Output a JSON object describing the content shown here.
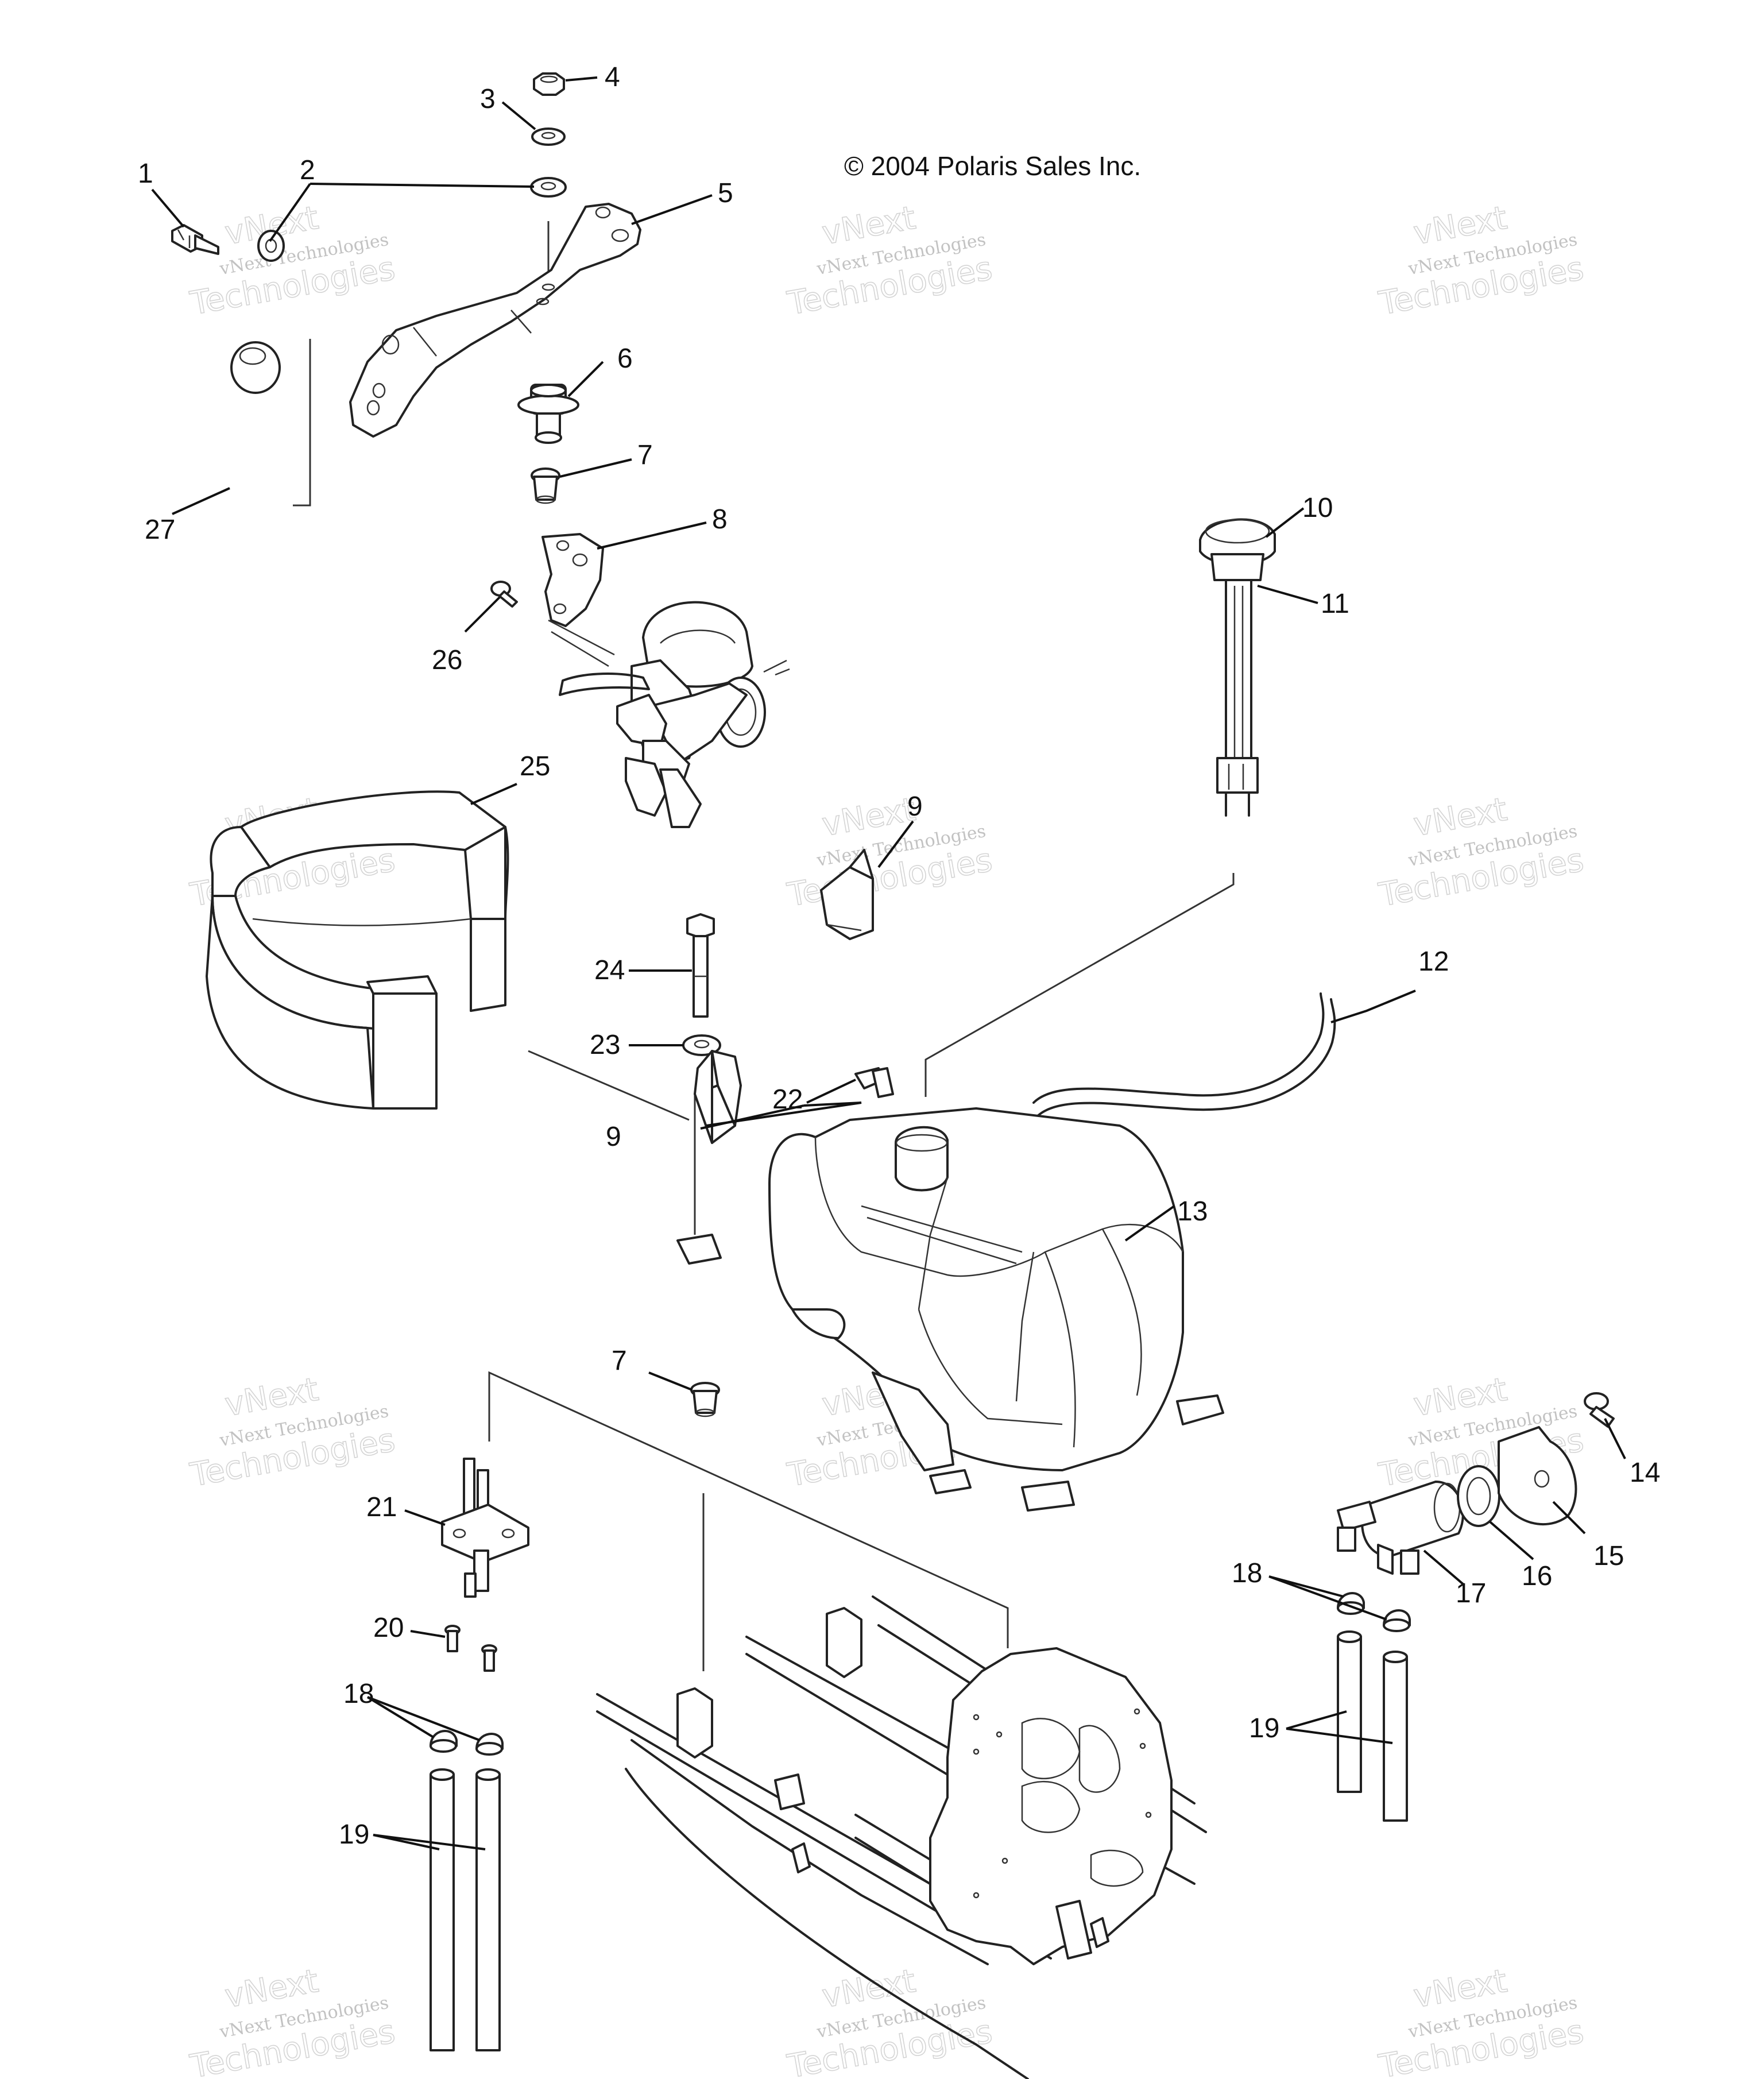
{
  "copyright": "© 2004 Polaris Sales Inc.",
  "watermark": {
    "line1": "vNext",
    "line2": "vNext Technologies",
    "line3": "Technologies"
  },
  "callouts": [
    {
      "id": "c1",
      "label": "1"
    },
    {
      "id": "c2",
      "label": "2"
    },
    {
      "id": "c3",
      "label": "3"
    },
    {
      "id": "c4",
      "label": "4"
    },
    {
      "id": "c5",
      "label": "5"
    },
    {
      "id": "c6",
      "label": "6"
    },
    {
      "id": "c7a",
      "label": "7"
    },
    {
      "id": "c8",
      "label": "8"
    },
    {
      "id": "c9a",
      "label": "9"
    },
    {
      "id": "c9b",
      "label": "9"
    },
    {
      "id": "c10",
      "label": "10"
    },
    {
      "id": "c11",
      "label": "11"
    },
    {
      "id": "c12",
      "label": "12"
    },
    {
      "id": "c13",
      "label": "13"
    },
    {
      "id": "c14",
      "label": "14"
    },
    {
      "id": "c15",
      "label": "15"
    },
    {
      "id": "c16",
      "label": "16"
    },
    {
      "id": "c17",
      "label": "17"
    },
    {
      "id": "c18a",
      "label": "18"
    },
    {
      "id": "c18b",
      "label": "18"
    },
    {
      "id": "c19a",
      "label": "19"
    },
    {
      "id": "c19b",
      "label": "19"
    },
    {
      "id": "c20",
      "label": "20"
    },
    {
      "id": "c21",
      "label": "21"
    },
    {
      "id": "c22",
      "label": "22"
    },
    {
      "id": "c23",
      "label": "23"
    },
    {
      "id": "c24",
      "label": "24"
    },
    {
      "id": "c25",
      "label": "25"
    },
    {
      "id": "c26",
      "label": "26"
    },
    {
      "id": "c27",
      "label": "27"
    },
    {
      "id": "c7b",
      "label": "7"
    }
  ]
}
